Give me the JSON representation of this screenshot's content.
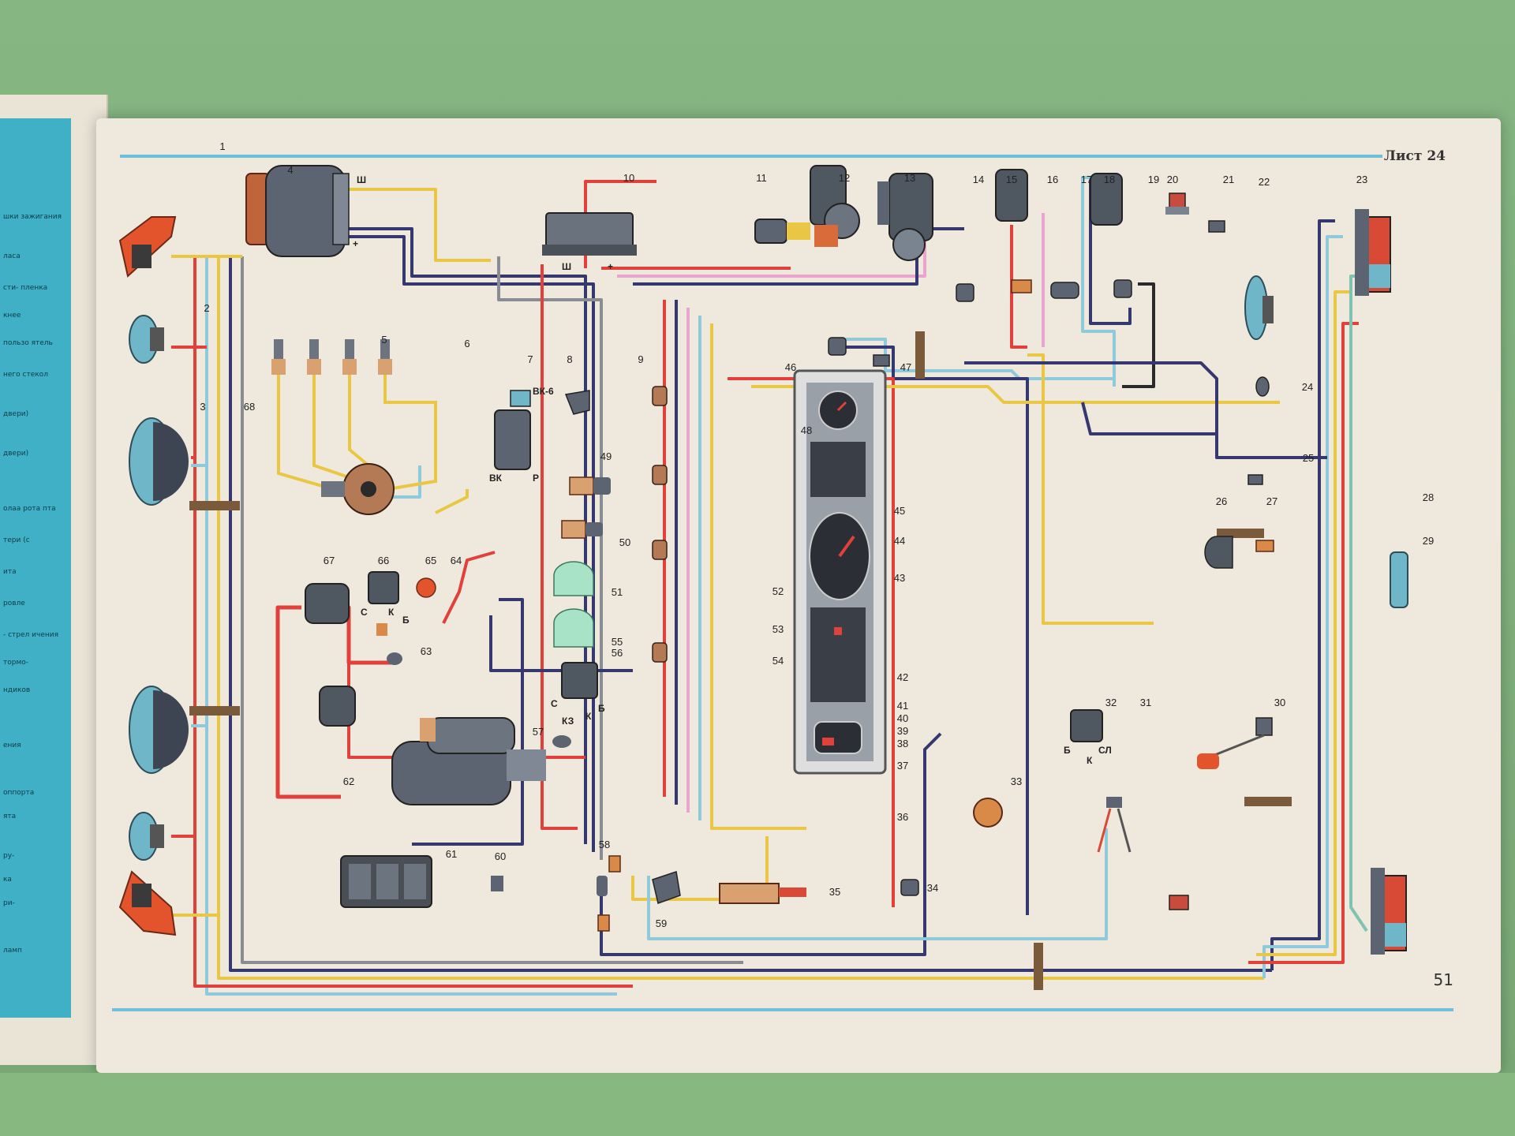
{
  "page": {
    "sheet_label": "Лист 24",
    "page_number": "51"
  },
  "left_page_fragments": [
    "шки зажигания",
    "ласа",
    "сти- пленка",
    "кнее",
    "пользо ятель",
    "него стекол",
    "двери)",
    "двери)",
    "олаа рота пта",
    "тери (с",
    "ита",
    "ровле",
    "- стрел ичения",
    "тормо-",
    "ндиков",
    "ения",
    "оппорта",
    "ята",
    "ру-",
    "ка",
    "ри-",
    "ламп"
  ],
  "colors": {
    "red": "#e2403a",
    "yellow": "#e9c744",
    "navy": "#34386f",
    "lightblue": "#8fc9dc",
    "pink": "#e9a4cf",
    "black": "#2a2a2a",
    "gray": "#8a8c94",
    "accent_blue": "#6ec0da"
  },
  "component_numbers": {
    "c1": "1",
    "c2": "2",
    "c3": "3",
    "c4": "4",
    "c5": "5",
    "c6": "6",
    "c7": "7",
    "c8": "8",
    "c9": "9",
    "c10": "10",
    "c11": "11",
    "c12": "12",
    "c13": "13",
    "c14": "14",
    "c15": "15",
    "c16": "16",
    "c17": "17",
    "c18": "18",
    "c19": "19",
    "c20": "20",
    "c21": "21",
    "c22": "22",
    "c23": "23",
    "c24": "24",
    "c25": "25",
    "c26": "26",
    "c27": "27",
    "c28": "28",
    "c29": "29",
    "c30": "30",
    "c31": "31",
    "c32": "32",
    "c33": "33",
    "c34": "34",
    "c35": "35",
    "c36": "36",
    "c37": "37",
    "c38": "38",
    "c39": "39",
    "c40": "40",
    "c41": "41",
    "c42": "42",
    "c43": "43",
    "c44": "44",
    "c45": "45",
    "c46": "46",
    "c47": "47",
    "c48": "48",
    "c49": "49",
    "c50": "50",
    "c51": "51",
    "c52": "52",
    "c53": "53",
    "c54": "54",
    "c55": "55",
    "c56": "56",
    "c57": "57",
    "c58": "58",
    "c59": "59",
    "c60": "60",
    "c61": "61",
    "c62": "62",
    "c63": "63",
    "c64": "64",
    "c65": "65",
    "c66": "66",
    "c67": "67",
    "c68": "68"
  },
  "terminal_labels": {
    "gen_sh": "Ш",
    "gen_plus": "+",
    "reg_sh": "Ш",
    "reg_plus": "+",
    "coil_vk6": "ВК-6",
    "coil_vk": "ВК",
    "coil_r": "Р",
    "relay66_s": "С",
    "relay66_k": "К",
    "relay66_b": "Б",
    "relay56_s": "С",
    "relay56_kz": "КЗ",
    "relay56_k": "К",
    "relay56_b": "Б",
    "relay32_b": "Б",
    "relay32_k": "К",
    "relay32_sl": "СЛ"
  }
}
